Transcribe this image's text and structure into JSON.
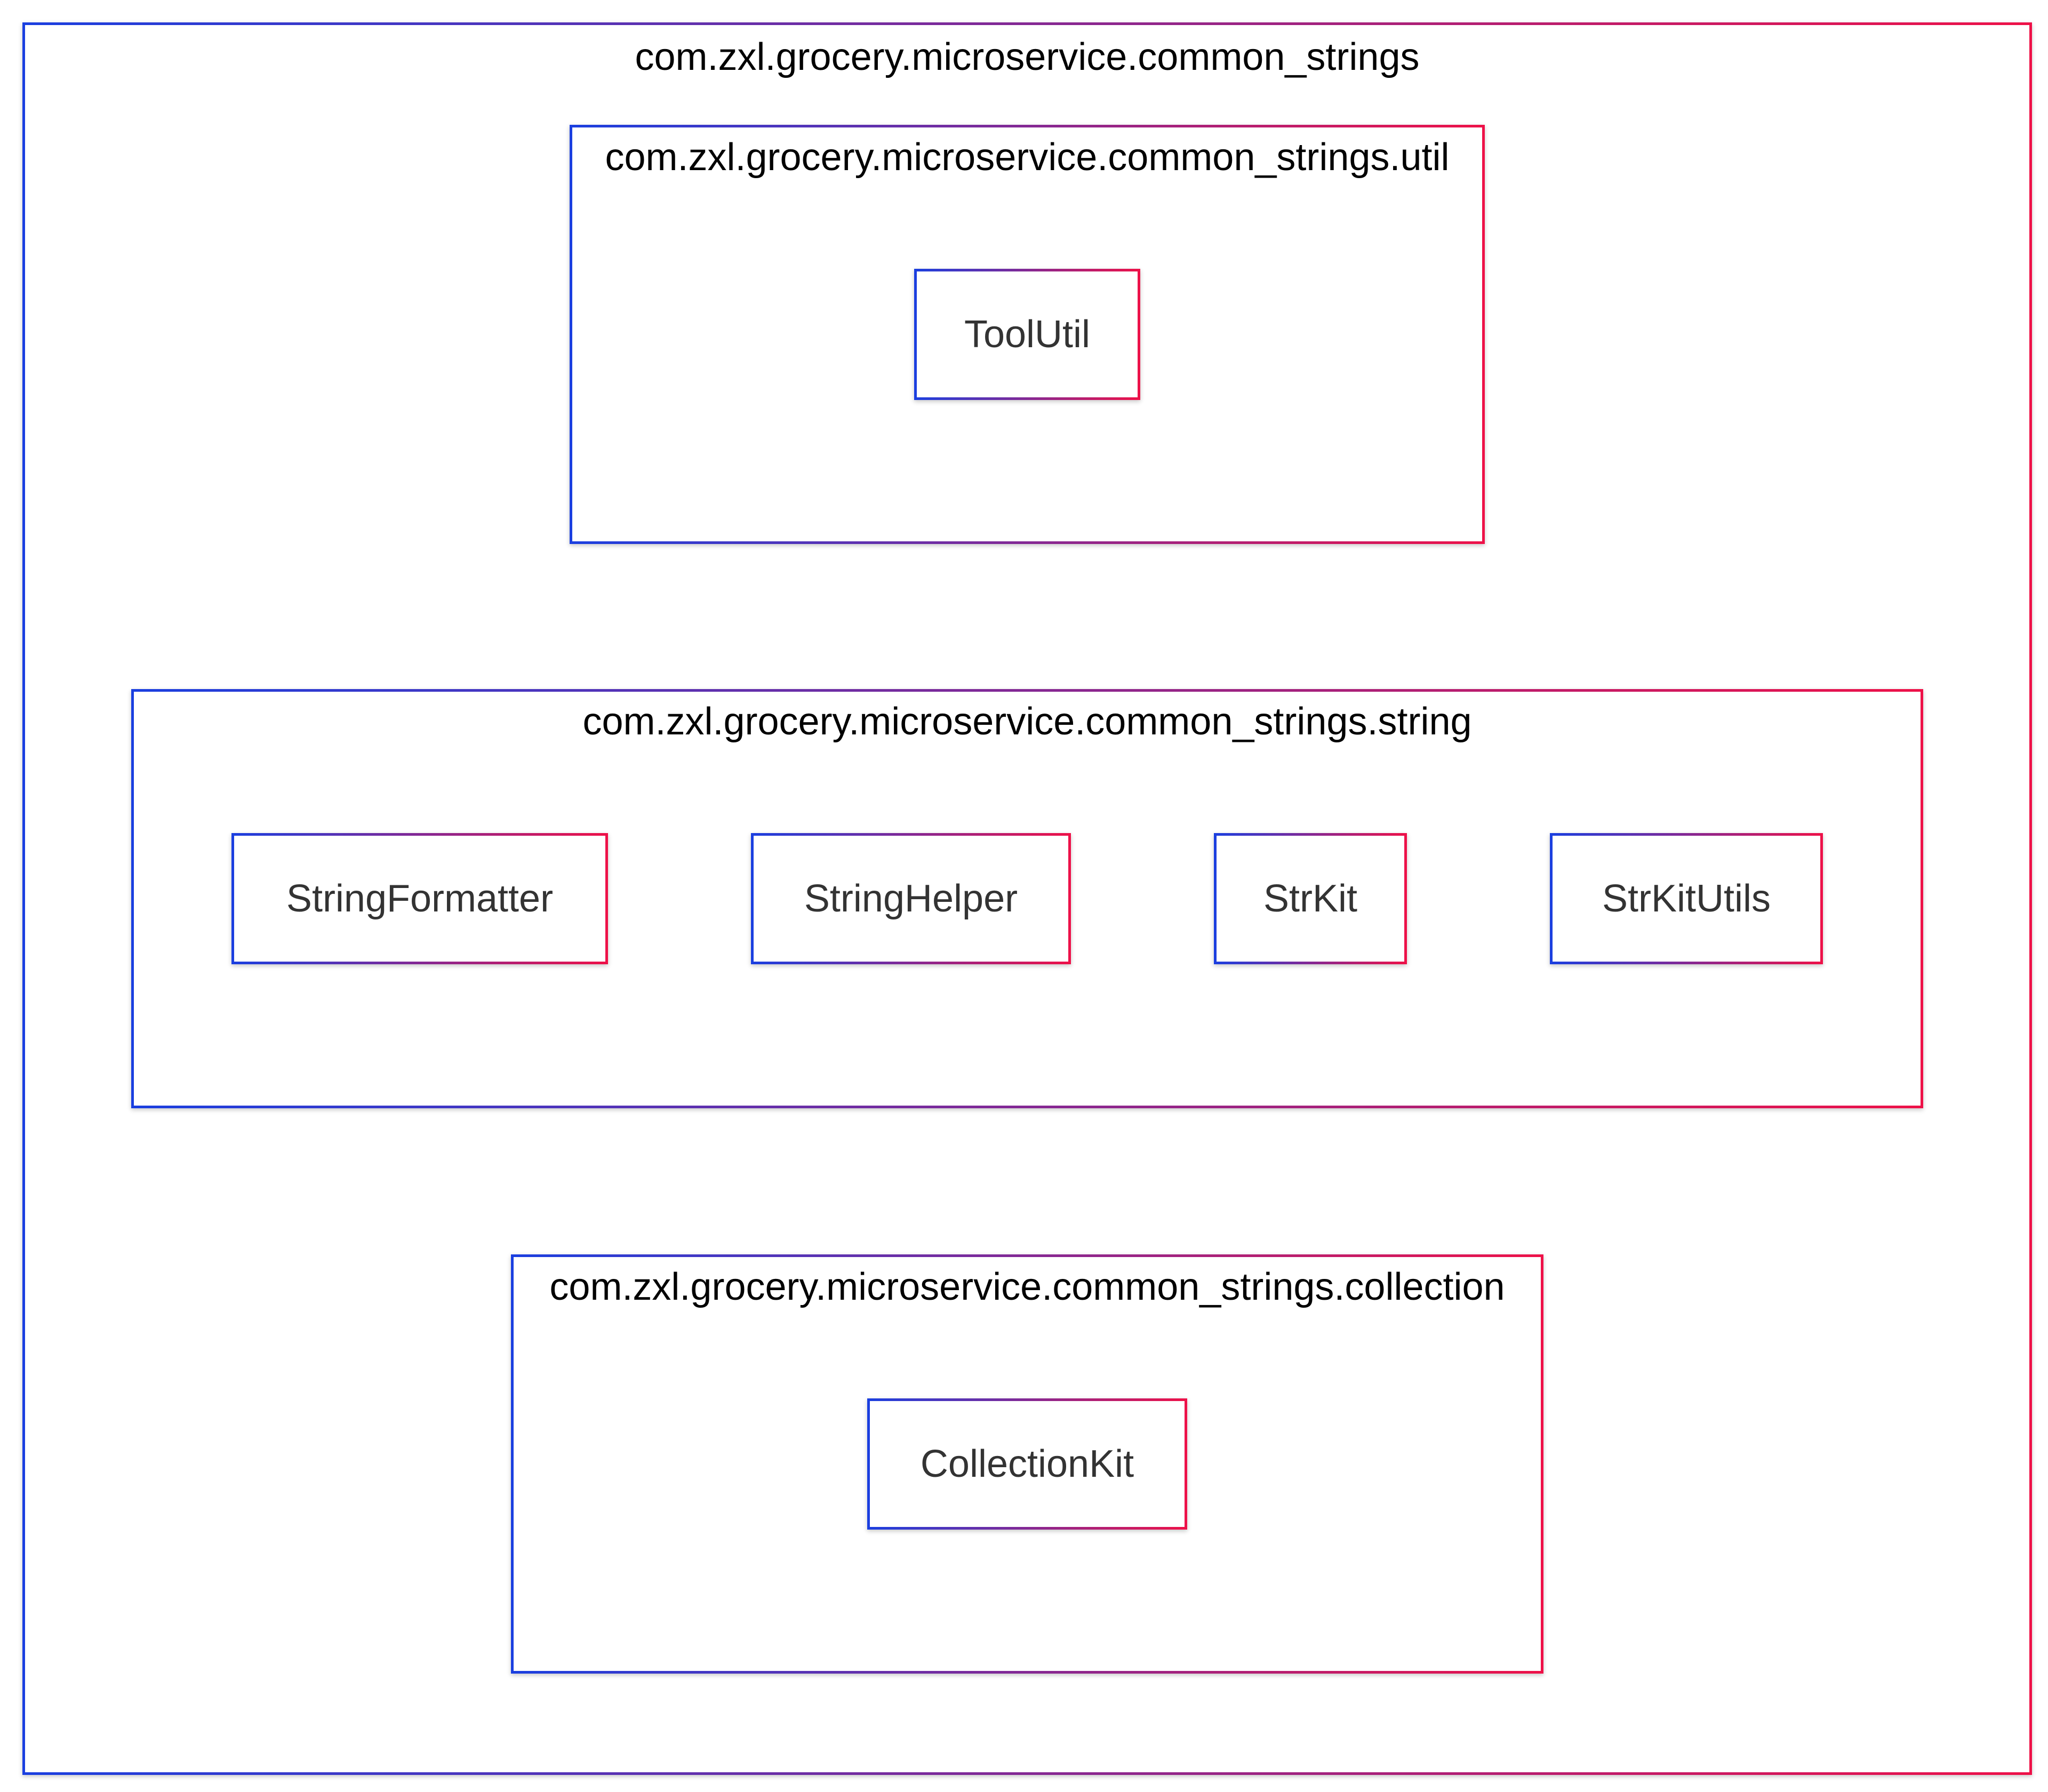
{
  "colors": {
    "border_start": "#1a3fe0",
    "border_end": "#ee1148",
    "text_title": "#000000",
    "text_class": "#333333",
    "background": "#ffffff"
  },
  "root_package": {
    "name": "com.zxl.grocery.microservice.common_strings"
  },
  "packages": [
    {
      "name": "com.zxl.grocery.microservice.common_strings.util",
      "classes": [
        "ToolUtil"
      ]
    },
    {
      "name": "com.zxl.grocery.microservice.common_strings.string",
      "classes": [
        "StringFormatter",
        "StringHelper",
        "StrKit",
        "StrKitUtils"
      ]
    },
    {
      "name": "com.zxl.grocery.microservice.common_strings.collection",
      "classes": [
        "CollectionKit"
      ]
    }
  ]
}
